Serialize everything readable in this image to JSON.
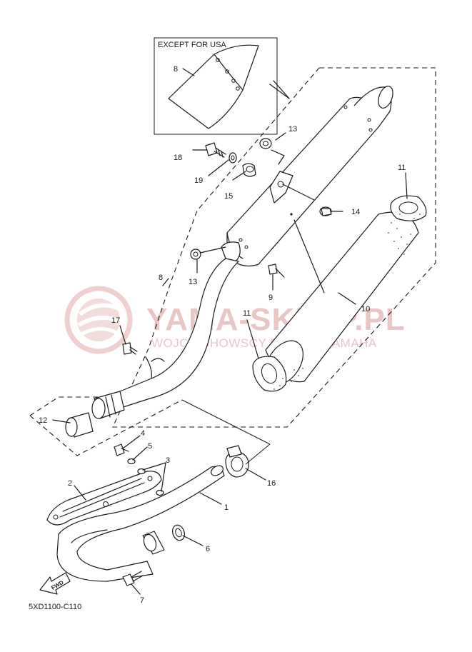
{
  "inset_box": {
    "title": "EXCEPT FOR USA"
  },
  "watermark": {
    "brand": "YAMA-SKLEP.PL",
    "subtitle": "WOJCIECHOWSCY DEALER YAMAHA",
    "logo_icon": "speed-circle-logo",
    "color": "#e9c6c6"
  },
  "callouts": {
    "c1": "1",
    "c2": "2",
    "c3": "3",
    "c4": "4",
    "c5": "5",
    "c6": "6",
    "c7": "7",
    "c8_inset": "8",
    "c8_main": "8",
    "c9": "9",
    "c10": "10",
    "c11_top": "11",
    "c11_left": "11",
    "c12": "12",
    "c13_top": "13",
    "c13_left": "13",
    "c14": "14",
    "c15": "15",
    "c16": "16",
    "c17": "17",
    "c18": "18",
    "c19": "19"
  },
  "fwd_badge": {
    "label": "FWD",
    "icon": "forward-arrow-icon"
  },
  "diagram_code": "5XD1100-C110"
}
